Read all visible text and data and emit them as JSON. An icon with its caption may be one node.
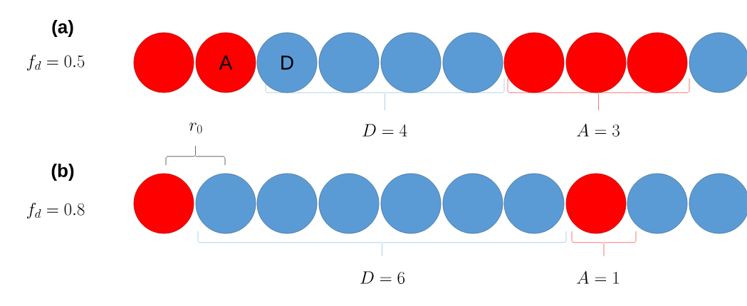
{
  "diagram": {
    "nodes": [
      {
        "text": [],
        "shape": "circle"
      },
      {
        "text": [
          "A"
        ]
      },
      {
        "text": [
          "D"
        ]
      },
      {
        "text": [],
        "shape": "circle"
      },
      {
        "text": [],
        "shape": "circle"
      },
      {
        "text": [],
        "shape": "circle"
      },
      {
        "text": [],
        "shape": "circle"
      },
      {
        "text": [],
        "shape": "circle"
      },
      {
        "text": [],
        "shape": "circle"
      },
      {
        "text": [],
        "shape": "circle"
      },
      {
        "text": [],
        "shape": "circle"
      },
      {
        "text": [],
        "shape": "circle"
      },
      {
        "text": [],
        "shape": "circle"
      },
      {
        "text": [],
        "shape": "circle"
      },
      {
        "text": [],
        "shape": "circle"
      },
      {
        "text": [],
        "shape": "circle"
      },
      {
        "text": [],
        "shape": "circle"
      },
      {
        "text": [],
        "shape": "circle"
      },
      {
        "text": [],
        "shape": "circle"
      },
      {
        "text": [],
        "shape": "circle"
      }
    ],
    "labels": [
      "(a)",
      "f_d = 0.5",
      "r_0",
      "D = 4",
      "A = 3",
      "(b)",
      "f_d = 0.8",
      "D = 6",
      "A = 1"
    ]
  }
}
